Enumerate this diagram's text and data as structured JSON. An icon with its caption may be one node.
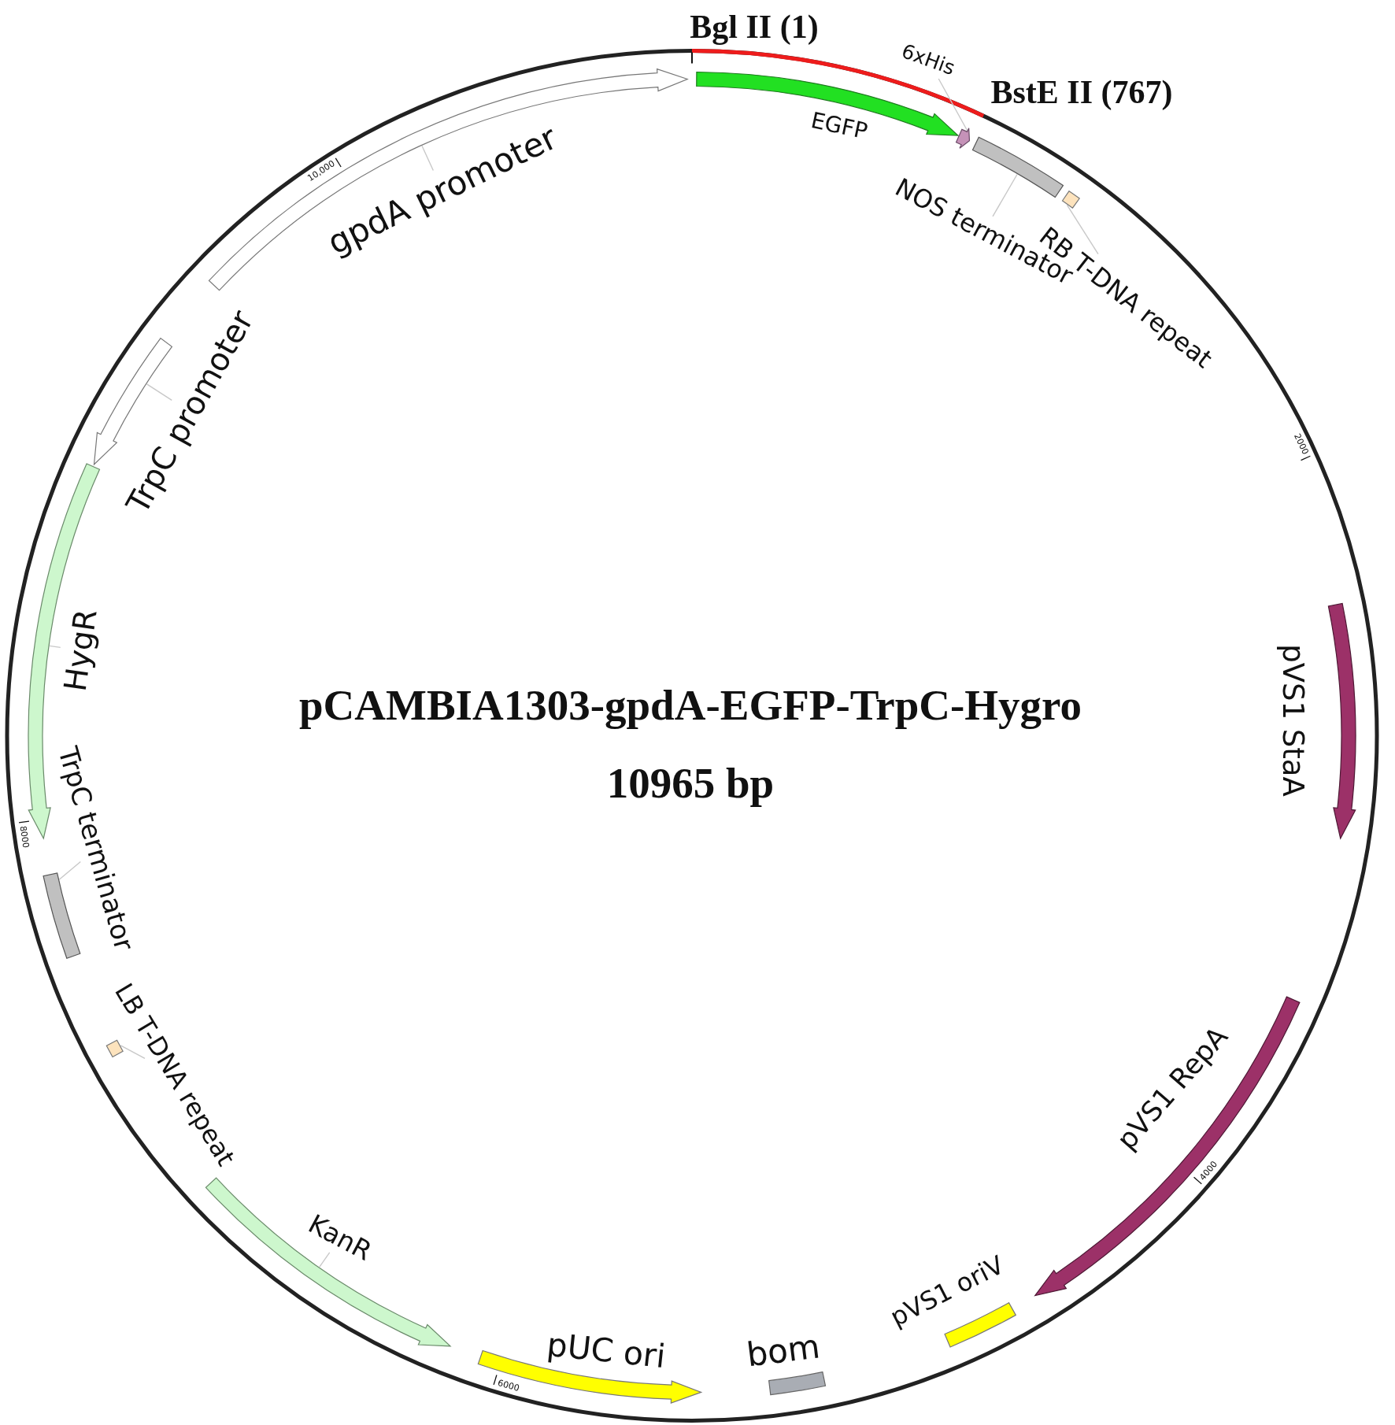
{
  "diagram": {
    "title": "pCAMBIA1303-gpdA-EGFP-TrpC-Hygro",
    "nodes": [
      {
        "text": [],
        "shape": "arrow",
        "beside": [
          "EGFP"
        ]
      },
      {
        "text": [],
        "shape": "arrow"
      },
      {
        "text": [
          "6xHis"
        ]
      },
      {
        "text": [],
        "shape": "bar"
      },
      {
        "text": [
          "NOS terminator"
        ]
      },
      {
        "text": [],
        "shape": "box"
      },
      {
        "text": [
          "RB T-DNA repeat"
        ]
      },
      {
        "text": [],
        "shape": "arrow",
        "beside": [
          "pVS1 StaA"
        ]
      },
      {
        "text": [],
        "shape": "arrow",
        "beside": [
          "pVS1 RepA"
        ]
      },
      {
        "text": [],
        "shape": "bar",
        "beside": [
          "pVS1 oriV"
        ]
      },
      {
        "text": [],
        "shape": "bar",
        "beside": [
          "bom"
        ]
      },
      {
        "text": [],
        "shape": "arrow",
        "beside": [
          "pUC ori"
        ]
      },
      {
        "text": [],
        "shape": "arrow"
      },
      {
        "text": [
          "KanR"
        ]
      },
      {
        "text": [],
        "shape": "box"
      },
      {
        "text": [
          "LB T-DNA repeat"
        ]
      },
      {
        "text": [],
        "shape": "bar"
      },
      {
        "text": [
          "TrpC terminator"
        ]
      },
      {
        "text": [],
        "shape": "arrow"
      },
      {
        "text": [
          "HygR"
        ]
      },
      {
        "text": [],
        "shape": "arrow"
      },
      {
        "text": [
          "TrpC promoter"
        ]
      },
      {
        "text": [],
        "shape": "arrow"
      },
      {
        "text": [
          "gpdA promoter"
        ]
      }
    ],
    "edges": [
      {
        "from": 2,
        "to": 1,
        "arrow": "none"
      },
      {
        "from": 4,
        "to": 3,
        "arrow": "none"
      },
      {
        "from": 6,
        "to": 5,
        "arrow": "none"
      },
      {
        "from": 13,
        "to": 12,
        "arrow": "none"
      },
      {
        "from": 15,
        "to": 14,
        "arrow": "none"
      },
      {
        "from": 17,
        "to": 16,
        "arrow": "none"
      },
      {
        "from": 19,
        "to": 18,
        "arrow": "none"
      },
      {
        "from": 21,
        "to": 20,
        "arrow": "none"
      },
      {
        "from": 23,
        "to": 22,
        "arrow": "none"
      }
    ],
    "labels": [
      "Bgl II (1)",
      "BstE II (767)",
      "10,000",
      "2000",
      "10965 bp",
      "8000",
      "4000",
      "6000"
    ]
  }
}
